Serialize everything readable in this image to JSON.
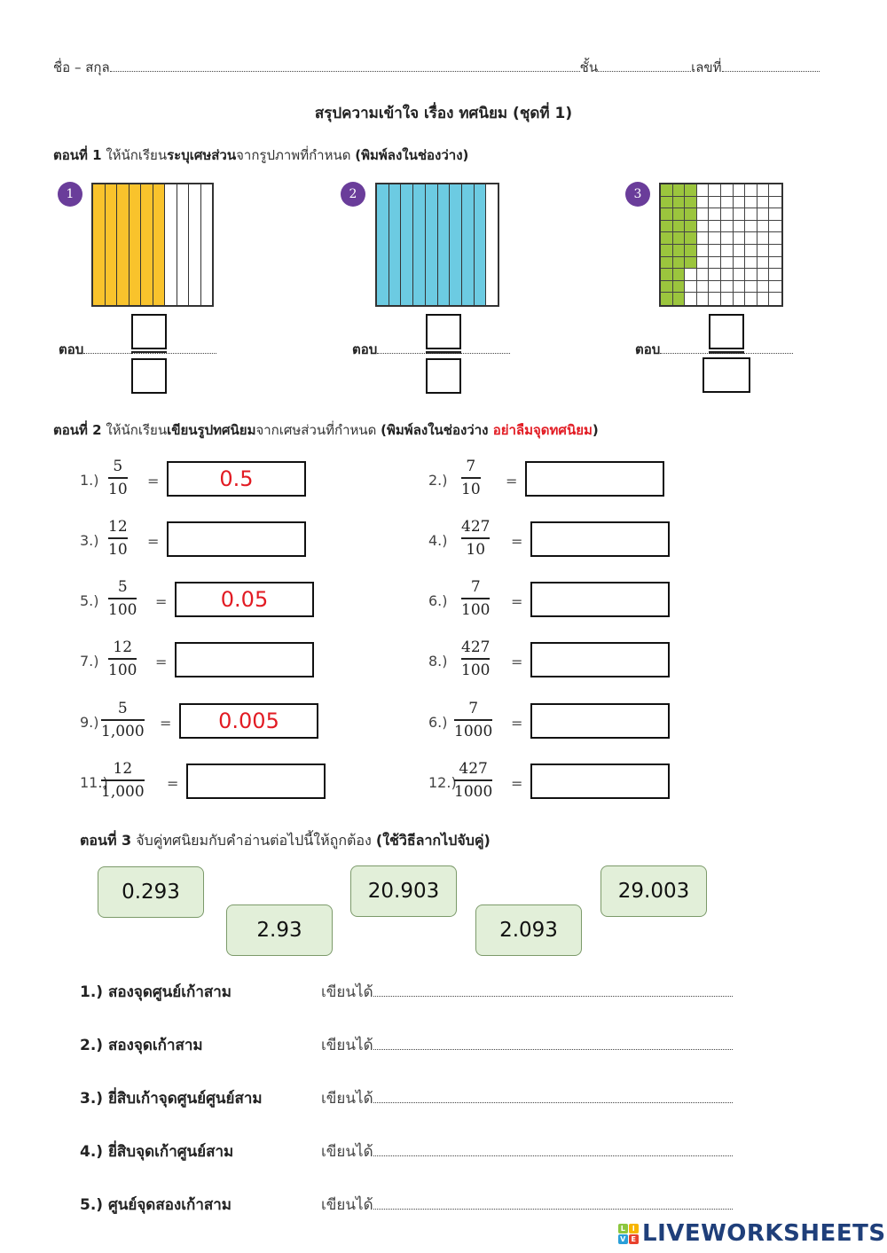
{
  "header": {
    "name_label": "ชื่อ – สกุล",
    "class_label": "ชั้น",
    "number_label": "เลขที่"
  },
  "title": "สรุปความเข้าใจ เรื่อง ทศนิยม (ชุดที่ 1)",
  "part1": {
    "heading_bold": "ตอนที่ 1",
    "heading_text1": " ให้นักเรียน",
    "heading_bold2": "ระบุเศษส่วน",
    "heading_text2": "จากรูปภาพที่กำหนด ",
    "heading_bold3": "(พิมพ์ลงในช่องว่าง)",
    "answer_label": "ตอบ",
    "figures": [
      {
        "badge": "1",
        "type": "tenths",
        "shaded": 6,
        "total": 10,
        "color": "#f9c32c"
      },
      {
        "badge": "2",
        "type": "tenths",
        "shaded": 9,
        "total": 10,
        "color": "#6ccbe2"
      },
      {
        "badge": "3",
        "type": "hundredths",
        "shaded": 27,
        "total": 100,
        "color": "#9bc53d"
      }
    ]
  },
  "part2": {
    "heading_bold": "ตอนที่ 2",
    "heading_text1": " ให้นักเรียน",
    "heading_bold2": "เขียนรูปทศนิยม",
    "heading_text2": "จากเศษส่วนที่กำหนด ",
    "heading_bold3": "(พิมพ์ลงในช่องว่าง ",
    "heading_red": "อย่าลืมจุดทศนิยม",
    "heading_close": ")",
    "equals": "=",
    "items": [
      {
        "label": "1.)",
        "num": "5",
        "den": "10",
        "answer": "0.5"
      },
      {
        "label": "2.)",
        "num": "7",
        "den": "10",
        "answer": ""
      },
      {
        "label": "3.)",
        "num": "12",
        "den": "10",
        "answer": ""
      },
      {
        "label": "4.)",
        "num": "427",
        "den": "10",
        "answer": ""
      },
      {
        "label": "5.)",
        "num": "5",
        "den": "100",
        "answer": "0.05"
      },
      {
        "label": "6.)",
        "num": "7",
        "den": "100",
        "answer": ""
      },
      {
        "label": "7.)",
        "num": "12",
        "den": "100",
        "answer": ""
      },
      {
        "label": "8.)",
        "num": "427",
        "den": "100",
        "answer": ""
      },
      {
        "label": "9.)",
        "num": "5",
        "den": "1,000",
        "answer": "0.005"
      },
      {
        "label": "6.)",
        "num": "7",
        "den": "1000",
        "answer": ""
      },
      {
        "label": "11.)",
        "num": "12",
        "den": "1,000",
        "answer": ""
      },
      {
        "label": "12.)",
        "num": "427",
        "den": "1000",
        "answer": ""
      }
    ]
  },
  "part3": {
    "heading_bold": "ตอนที่ 3",
    "heading_text": " จับคู่ทศนิยมกับคำอ่านต่อไปนี้ให้ถูกต้อง ",
    "heading_bold2": "(ใช้วิธีลากไปจับคู่)",
    "tiles": [
      "0.293",
      "2.93",
      "20.903",
      "2.093",
      "29.003"
    ],
    "write_label": "เขียนได้",
    "readings": [
      "1.) สองจุดศูนย์เก้าสาม",
      "2.) สองจุดเก้าสาม",
      "3.) ยี่สิบเก้าจุดศูนย์ศูนย์สาม",
      "4.) ยี่สิบจุดเก้าศูนย์สาม",
      "5.) ศูนย์จุดสองเก้าสาม"
    ]
  },
  "footer": {
    "logo_text": "LIVEWORKSHEETS",
    "logo_mark": [
      "L",
      "I",
      "V",
      "E"
    ]
  }
}
